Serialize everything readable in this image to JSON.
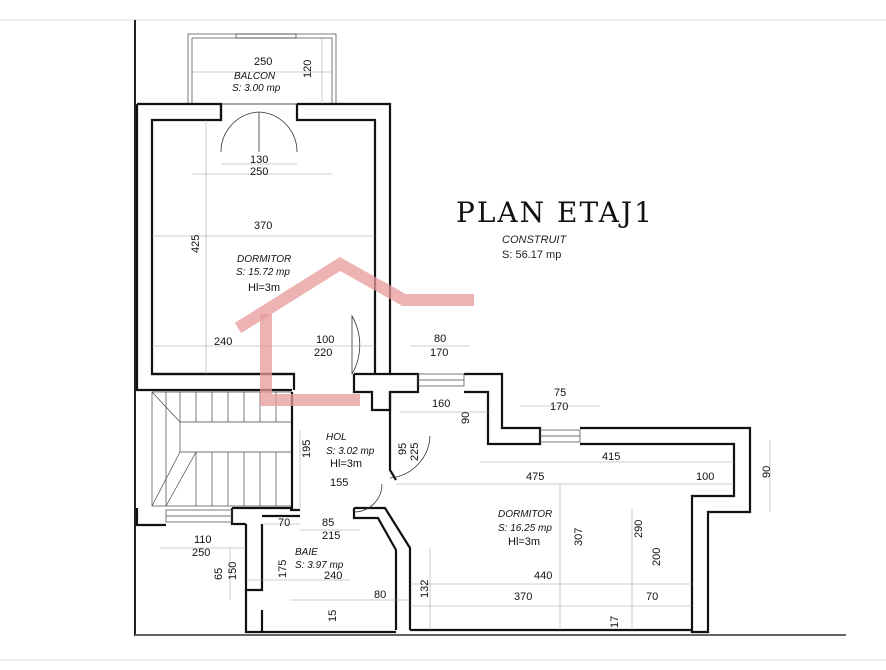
{
  "plan": {
    "title": "PLAN ETAJ1",
    "built_label": "CONSTRUIT",
    "built_area": "S: 56.17 mp"
  },
  "rooms": {
    "balcon": {
      "name": "BALCON",
      "area": "S: 3.00 mp"
    },
    "dormitor1": {
      "name": "DORMITOR",
      "area": "S: 15.72 mp",
      "height": "Hl=3m"
    },
    "hol": {
      "name": "HOL",
      "area": "S: 3.02 mp",
      "height": "Hl=3m"
    },
    "dormitor2": {
      "name": "DORMITOR",
      "area": "S: 16.25 mp",
      "height": "Hl=3m"
    },
    "baie": {
      "name": "BAIE",
      "area": "S: 3.97 mp"
    }
  },
  "dimensions": {
    "d250_top": "250",
    "d120": "120",
    "d130": "130",
    "d250_mid": "250",
    "d370_top": "370",
    "d425": "425",
    "d240": "240",
    "d100": "100",
    "d220": "220",
    "d80_top": "80",
    "d170_top": "170",
    "d160": "160",
    "d90_hol": "90",
    "d75": "75",
    "d170_right": "170",
    "d195": "195",
    "d95": "95",
    "d225": "225",
    "d155": "155",
    "d415": "415",
    "d475": "475",
    "d100_right": "100",
    "d90_far": "90",
    "d70_baie": "70",
    "d85": "85",
    "d215": "215",
    "d110": "110",
    "d250_low": "250",
    "d65": "65",
    "d150": "150",
    "d175": "175",
    "d240_baie": "240",
    "d80_low": "80",
    "d132": "132",
    "d15": "15",
    "d307": "307",
    "d290": "290",
    "d200": "200",
    "d440": "440",
    "d370_low": "370",
    "d70_right": "70",
    "d17": "17"
  },
  "colors": {
    "walls": "#111111",
    "watermark": "#e79a9a"
  }
}
